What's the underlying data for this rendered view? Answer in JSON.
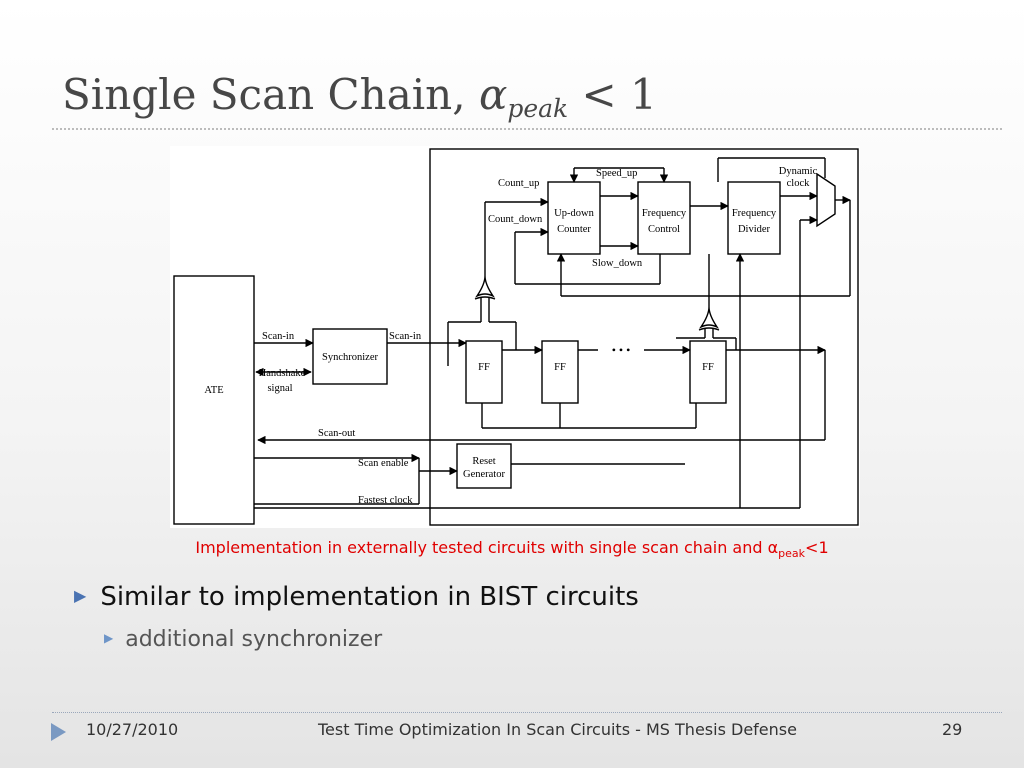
{
  "slide": {
    "title_text": "Single Scan Chain, ",
    "title_alpha": "α",
    "title_sub": "peak",
    "title_rest": " < 1",
    "caption_text": "Implementation in externally tested circuits with single scan chain and α",
    "caption_sub": "peak",
    "caption_rest": "<1",
    "bullet_main": "Similar to implementation in BIST circuits",
    "bullet_sub": "additional synchronizer"
  },
  "diagram": {
    "ate": "ATE",
    "synchronizer": "Synchronizer",
    "scan_in_left": "Scan-in",
    "scan_in_right": "Scan-in",
    "handshake_1": "Handshake",
    "handshake_2": "signal",
    "ff1": "FF",
    "ff2": "FF",
    "ff3": "FF",
    "dots": "• • •",
    "updown_1": "Up-down",
    "updown_2": "Counter",
    "freqctl_1": "Frequency",
    "freqctl_2": "Control",
    "freqdiv_1": "Frequency",
    "freqdiv_2": "Divider",
    "count_up": "Count_up",
    "count_down": "Count_down",
    "speed_up": "Speed_up",
    "slow_down": "Slow_down",
    "dynamic_1": "Dynamic",
    "dynamic_2": "clock",
    "scan_out": "Scan-out",
    "scan_enable": "Scan enable",
    "fastest_clock": "Fastest clock",
    "reset_1": "Reset",
    "reset_2": "Generator"
  },
  "footer": {
    "date": "10/27/2010",
    "title": "Test Time Optimization In Scan Circuits - MS Thesis Defense",
    "page": "29"
  },
  "colors": {
    "title": "#474747",
    "caption": "#e00000",
    "bullet_arrow": "#4a73b2"
  }
}
